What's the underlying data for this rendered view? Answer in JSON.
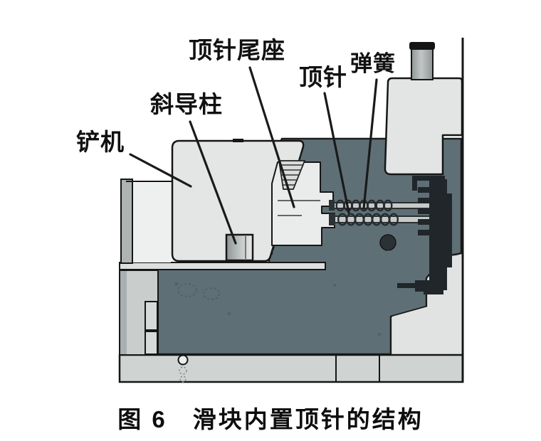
{
  "figure": {
    "caption": "图 6　滑块内置顶针的结构",
    "labels": [
      {
        "id": "shovel-block",
        "text": "铲机"
      },
      {
        "id": "angle-guide-pin",
        "text": "斜导柱"
      },
      {
        "id": "ejector-pin-tailstock",
        "text": "顶针尾座"
      },
      {
        "id": "ejector-pin",
        "text": "顶针"
      },
      {
        "id": "spring",
        "text": "弹簧"
      }
    ],
    "colors": {
      "background": "#ffffff",
      "outline": "#1b1b1b",
      "slider_dark_gray": "#5f6f76",
      "wedge_light_gray": "#e3e6e5",
      "fixed_plate_gray": "#e2e5e4",
      "base_plate_gray": "#cfd4d3",
      "cavity_black": "#20262a",
      "label_text": "#111111"
    }
  }
}
